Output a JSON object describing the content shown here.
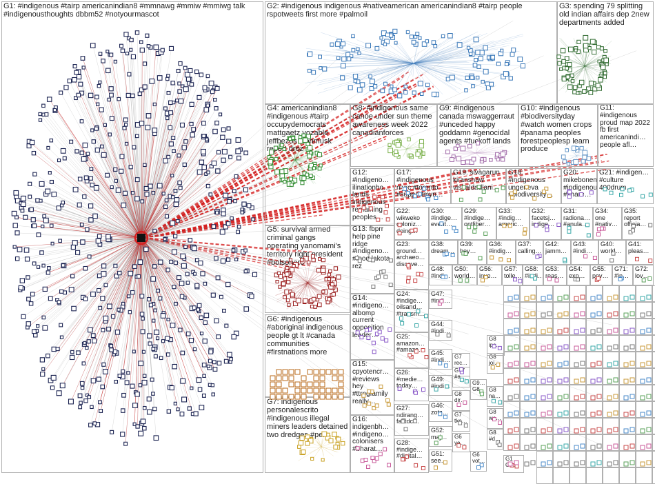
{
  "groups": [
    {
      "id": "g1",
      "label": "G1: #indigenous #tairp americanindian8 #mmnawg #mmiw #mmiwg talk #indigenousthoughts dbbm52 #notyourmascot"
    },
    {
      "id": "g2",
      "label": "G2: #indigenous indigenous #nativeamerican americanindian8 #tairp people rspotweets first more #palmoil"
    },
    {
      "id": "g3",
      "label": "G3: spending 79 splitting old indian affairs dep 2new departments added"
    },
    {
      "id": "g4",
      "label": "G4: americanindian8 #indigenous #tairp occupydemocrats mattgaetz vozable jeffbezos elonmusk report droz"
    },
    {
      "id": "g8",
      "label": "G8: #indigenous same canoe under sun theme awareness week 2022 canadianforces"
    },
    {
      "id": "g9",
      "label": "G9: #indigenous canada mswaggerraut #unceded happy goddamn #genocidal agents #fuckoff lands"
    },
    {
      "id": "g10",
      "label": "G10: #indigenous #biodiversityday #watch women crops #panama peoples forestpeoplesp learn produce"
    },
    {
      "id": "g11",
      "label": "G11: #indigenous proud map 2022 fb first americanindi… people afl…"
    },
    {
      "id": "g12",
      "label": "G12: #indigeno… ilinationho… lands indigenous remaining peoples…"
    },
    {
      "id": "g17",
      "label": "G17: #indigenous niyrc #toronto #supportmyn…"
    },
    {
      "id": "g19",
      "label": "G19: sivagarun kiranshaw vishaldadlani…"
    },
    {
      "id": "g18",
      "label": "G18: #indigenous ungeneva #biodiversity…"
    },
    {
      "id": "g20",
      "label": "G20: mikebonem… #indigenous #share…"
    },
    {
      "id": "g21",
      "label": "G21: #indigen… #culture 400drum…"
    },
    {
      "id": "g5",
      "label": "G5: survival armed criminal gangs operating yanomami's territory right president #bolsonaro"
    },
    {
      "id": "g13",
      "label": "G13: fbprr help pine ridge #indigeno… #food lakota rez"
    },
    {
      "id": "g22",
      "label": "G22: wikweko coloniz… doing…"
    },
    {
      "id": "g30",
      "label": "G30: #indige… event…"
    },
    {
      "id": "g29",
      "label": "G29: #indige… ontliber…"
    },
    {
      "id": "g33",
      "label": "G33: #indig… americ…"
    },
    {
      "id": "g32",
      "label": "G32: facetsj… indige…"
    },
    {
      "id": "g31",
      "label": "G31: radiona… #anula…"
    },
    {
      "id": "g34",
      "label": "G34: one #nativ…"
    },
    {
      "id": "g35",
      "label": "G35: report officia…"
    },
    {
      "id": "g23",
      "label": "G23: ground… archaeo… discove…"
    },
    {
      "id": "g38",
      "label": "G38: dream…"
    },
    {
      "id": "g39",
      "label": "G39: hey…"
    },
    {
      "id": "g36",
      "label": "G36: #indig…"
    },
    {
      "id": "g37",
      "label": "G37: calling…"
    },
    {
      "id": "g42",
      "label": "G42: jamm…"
    },
    {
      "id": "g43",
      "label": "G43: #indi…"
    },
    {
      "id": "g40",
      "label": "G40: world…"
    },
    {
      "id": "g41",
      "label": "G41: pleas…"
    },
    {
      "id": "g48",
      "label": "G48: #indi…"
    },
    {
      "id": "g50",
      "label": "G50: world…"
    },
    {
      "id": "g56",
      "label": "G56: inve…"
    },
    {
      "id": "g57",
      "label": "G57: tolle…"
    },
    {
      "id": "g58",
      "label": "G58: #indi…"
    },
    {
      "id": "g53",
      "label": "G53: reas…"
    },
    {
      "id": "g54",
      "label": "G54: exp…"
    },
    {
      "id": "g55",
      "label": "G55: pov…"
    },
    {
      "id": "g71",
      "label": "G71: #in…"
    },
    {
      "id": "g72",
      "label": "G72: lov…"
    },
    {
      "id": "g6",
      "label": "G6: #indigenous #aboriginal indigenous people gt lt #canada communities #firstnations more"
    },
    {
      "id": "g14",
      "label": "G14: #indigeno… albomp current opposition leader…"
    },
    {
      "id": "g24",
      "label": "G24: #indige… oilsand… #transm…"
    },
    {
      "id": "g47",
      "label": "G47: #indi…"
    },
    {
      "id": "g44",
      "label": "G44: #indi…"
    },
    {
      "id": "g25",
      "label": "G25: amazon… #amazo…"
    },
    {
      "id": "g45",
      "label": "G45: #indi…"
    },
    {
      "id": "g7",
      "label": "G7: indigenous personalescrito #indigenous illegal miners leaders detained two dredges #peru"
    },
    {
      "id": "g15",
      "label": "G15: cpyotencr… #reviews hey #ttrpgfamily really…"
    },
    {
      "id": "g26",
      "label": "G26: #medie… today…"
    },
    {
      "id": "g49",
      "label": "G49: #indi…"
    },
    {
      "id": "g16",
      "label": "G16: indigenbh… #indigeno… colonisers #bharat…"
    },
    {
      "id": "g27",
      "label": "G27: ndirang… factdc…"
    },
    {
      "id": "g28",
      "label": "G28: #indige… #digital…"
    },
    {
      "id": "g46",
      "label": "G46: zotz…"
    },
    {
      "id": "g52",
      "label": "G52: maj…"
    },
    {
      "id": "g51",
      "label": "G51: see…"
    }
  ],
  "small_panels": [
    {
      "id": "s1",
      "label": "G7 rec…"
    },
    {
      "id": "s2",
      "label": "G77 #a…"
    },
    {
      "id": "s3",
      "label": "G8 dir…"
    },
    {
      "id": "s4",
      "label": "G7 tke…"
    },
    {
      "id": "s5",
      "label": "G6 ye…"
    },
    {
      "id": "s6",
      "label": "G6 vot…"
    },
    {
      "id": "s7",
      "label": "G9… G8"
    },
    {
      "id": "s8",
      "label": "G8 joi…"
    },
    {
      "id": "s9",
      "label": "G8 ips…"
    },
    {
      "id": "s10",
      "label": "G8 na…"
    },
    {
      "id": "s11",
      "label": "G8 wo…"
    },
    {
      "id": "s12",
      "label": "G8 #d…"
    },
    {
      "id": "s13",
      "label": "G1 G…"
    }
  ],
  "colors": {
    "background": "#ffffff",
    "panel_border": "#b0b0b0",
    "edge_gray": "#9a9a9a",
    "edge_red": "#d42020",
    "g1_nodes": "#1c2452",
    "g2_nodes": "#3a78b8",
    "g3_nodes": "#2f6a2f",
    "g4_nodes": "#2e8a2e",
    "g5_nodes": "#9a1e1e",
    "g6_nodes": "#b86a1a"
  },
  "notes": {
    "hub_node": "americanindian8"
  }
}
